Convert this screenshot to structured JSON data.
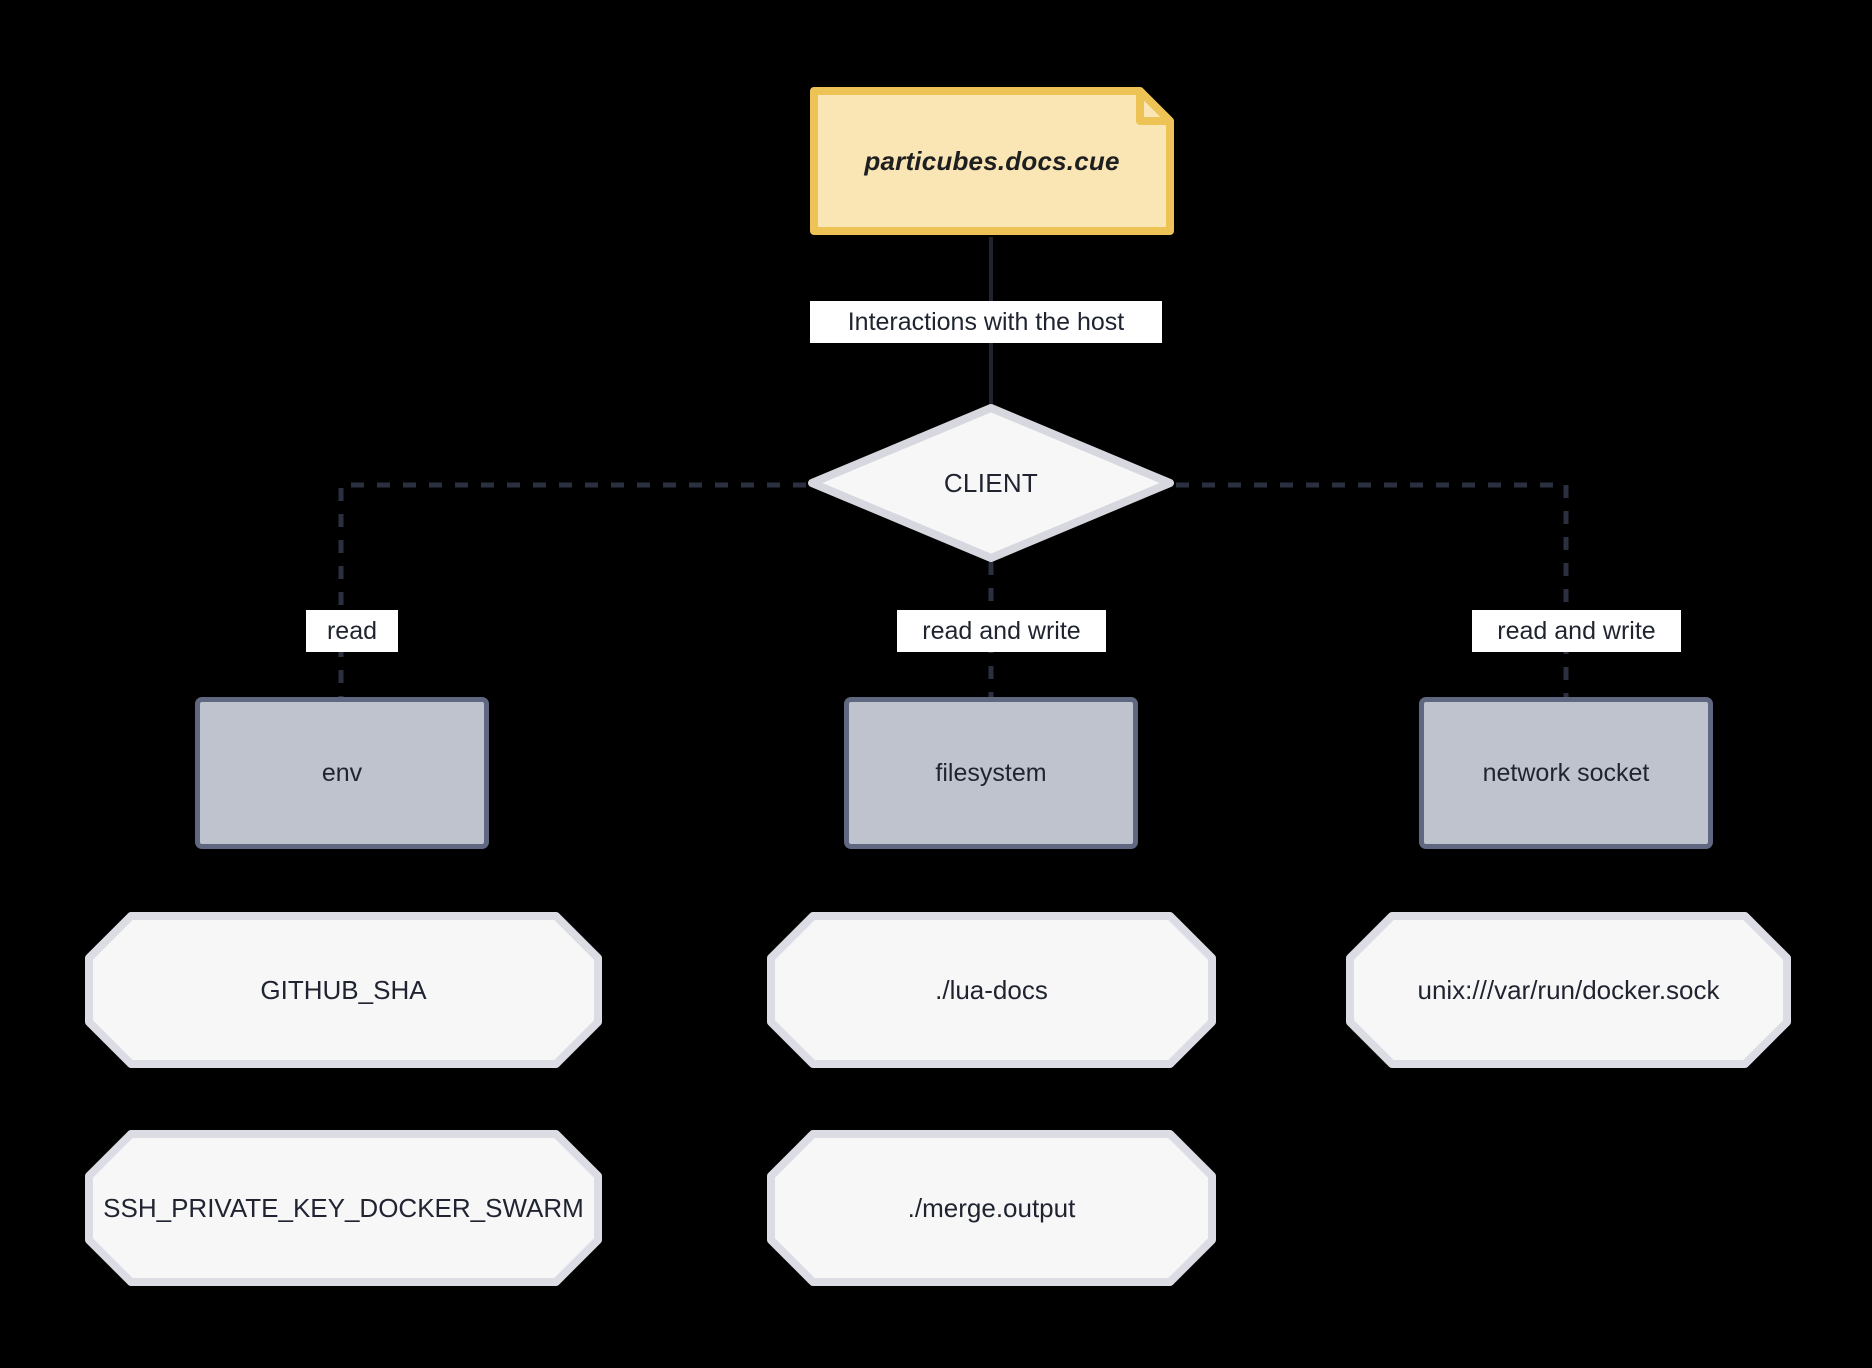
{
  "diagram": {
    "type": "flowchart",
    "background_color": "#000000",
    "note": {
      "label": "particubes.docs.cue",
      "fill": "#fae5b5",
      "stroke": "#eec356"
    },
    "edges": [
      {
        "label": "Interactions with the host",
        "from": "note",
        "to": "client",
        "style": "solid"
      },
      {
        "label": "read",
        "from": "client",
        "to": "env",
        "style": "dashed"
      },
      {
        "label": "read and write",
        "from": "client",
        "to": "filesystem",
        "style": "dashed"
      },
      {
        "label": "read and write",
        "from": "client",
        "to": "network-socket",
        "style": "dashed"
      }
    ],
    "client": {
      "label": "CLIENT",
      "fill": "#f7f7f8",
      "stroke": "#d7d8df"
    },
    "resources": [
      {
        "id": "env",
        "label": "env",
        "fill": "#bfc3ce",
        "stroke": "#5f6880"
      },
      {
        "id": "filesystem",
        "label": "filesystem",
        "fill": "#bfc3ce",
        "stroke": "#5f6880"
      },
      {
        "id": "network-socket",
        "label": "network socket",
        "fill": "#bfc3ce",
        "stroke": "#5f6880"
      }
    ],
    "values": [
      {
        "id": "github-sha",
        "label": "GITHUB_SHA",
        "column": "env",
        "row": 1
      },
      {
        "id": "ssh-private-key-docker-swarm",
        "label": "SSH_PRIVATE_KEY_DOCKER_SWARM",
        "column": "env",
        "row": 2
      },
      {
        "id": "lua-docs",
        "label": "./lua-docs",
        "column": "filesystem",
        "row": 1
      },
      {
        "id": "merge-output",
        "label": "./merge.output",
        "column": "filesystem",
        "row": 2
      },
      {
        "id": "docker-sock",
        "label": "unix:///var/run/docker.sock",
        "column": "network-socket",
        "row": 1
      }
    ],
    "palette": {
      "line": "#1f2430",
      "value_fill": "#f7f7f8",
      "value_stroke": "#d7d8df",
      "label_chip_bg": "#ffffff"
    }
  }
}
